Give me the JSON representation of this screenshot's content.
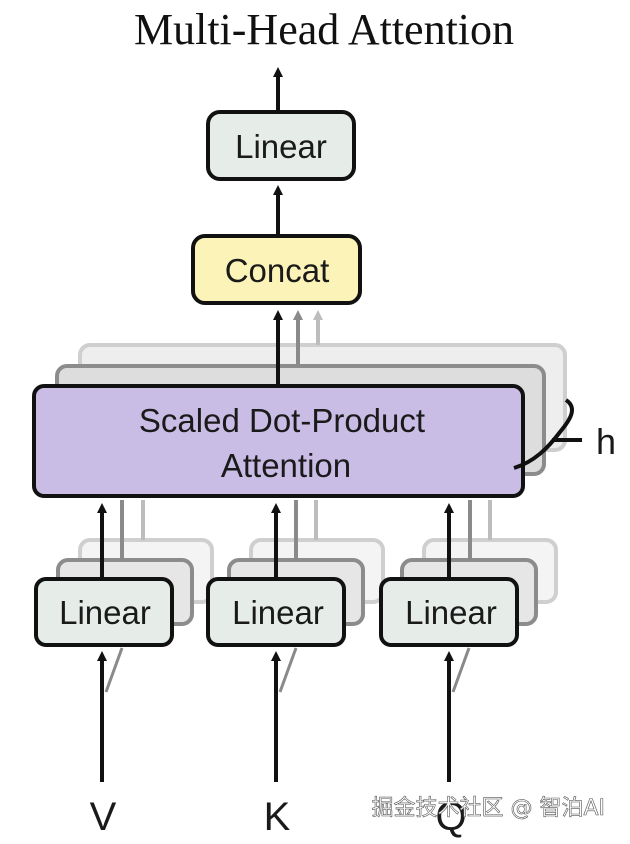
{
  "title": "Multi-Head Attention",
  "top_linear_label": "Linear",
  "concat_label": "Concat",
  "sdpa_label_line1": "Scaled Dot-Product",
  "sdpa_label_line2": "Attention",
  "heads_label": "h",
  "proj_linear_labels": [
    "Linear",
    "Linear",
    "Linear"
  ],
  "inputs": [
    "V",
    "K",
    "Q"
  ],
  "watermark": "掘金技术社区 @ 智泊AI",
  "colors": {
    "linear_fill": "#e6ece8",
    "concat_fill": "#fbf3b8",
    "sdpa_fill": "#c9bde6",
    "stroke": "#111111"
  }
}
